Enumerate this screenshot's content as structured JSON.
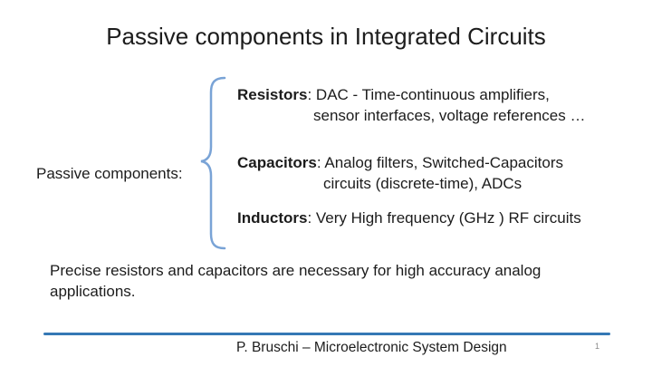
{
  "slide": {
    "title": "Passive components in Integrated Circuits",
    "group_label": "Passive components:",
    "items": [
      {
        "term": "Resistors",
        "line1": ": DAC - Time-continuous amplifiers,",
        "line2": "sensor interfaces, voltage references …"
      },
      {
        "term": "Capacitors",
        "line1": ": Analog filters, Switched-Capacitors",
        "line2": "circuits (discrete-time), ADCs"
      },
      {
        "term": "Inductors",
        "line1": ": Very High frequency (GHz ) RF circuits",
        "line2": ""
      }
    ],
    "note": "Precise resistors and capacitors are necessary for high accuracy analog applications.",
    "footer": "P. Bruschi – Microelectronic System Design",
    "page_number": "1",
    "colors": {
      "accent_line": "#3578B5",
      "brace": "#79A3D6",
      "text": "#1c1c1c",
      "page_number": "#8a8a8a"
    }
  }
}
